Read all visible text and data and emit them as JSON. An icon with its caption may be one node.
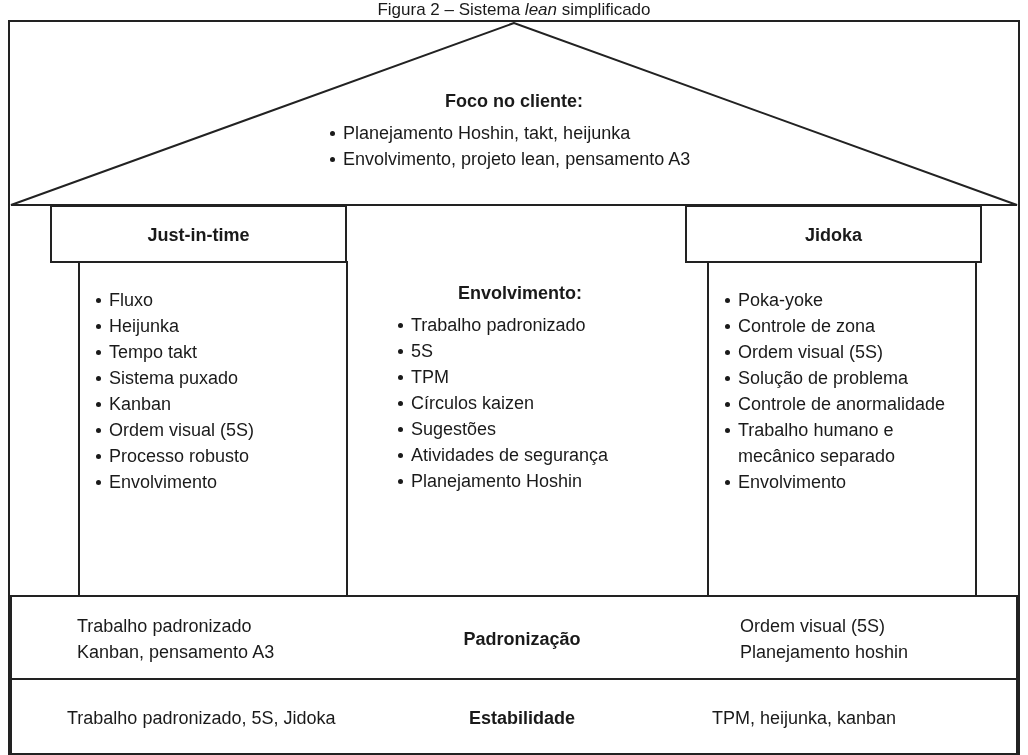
{
  "diagram": {
    "title": "Figura 2 – Sistema *lean* simplificado",
    "nodes": [
      {
        "text": [
          "Foco no cliente:",
          "Planejamento Hoshin, takt, heijunka",
          "Envolvimento, projeto lean, pensamento A3"
        ]
      },
      {
        "text": [
          "Just-in-time"
        ]
      },
      {
        "text": [
          "Fluxo",
          "Heijunka",
          "Tempo takt",
          "Sistema puxado",
          "Kanban",
          "Ordem visual (5S)",
          "Processo robusto",
          "Envolvimento"
        ]
      },
      {
        "text": [
          "Envolvimento:",
          "Trabalho padronizado",
          "5S",
          "TPM",
          "Círculos kaizen",
          "Sugestões",
          "Atividades de segurança",
          "Planejamento Hoshin"
        ]
      },
      {
        "text": [
          "Jidoka"
        ]
      },
      {
        "text": [
          "Poka-yoke",
          "Controle de zona",
          "Ordem visual (5S)",
          "Solução de problema",
          "Controle de anormalidade",
          "Trabalho humano e mecânico separado",
          "Envolvimento"
        ]
      },
      {
        "text": [
          "Trabalho padronizado",
          "Kanban, pensamento A3",
          "Padronização",
          "Ordem visual (5S)",
          "Planejamento hoshin"
        ]
      },
      {
        "text": [
          "Trabalho padronizado, 5S, Jidoka",
          "Estabilidade",
          "TPM, heijunka, kanban"
        ]
      }
    ],
    "edges": []
  }
}
